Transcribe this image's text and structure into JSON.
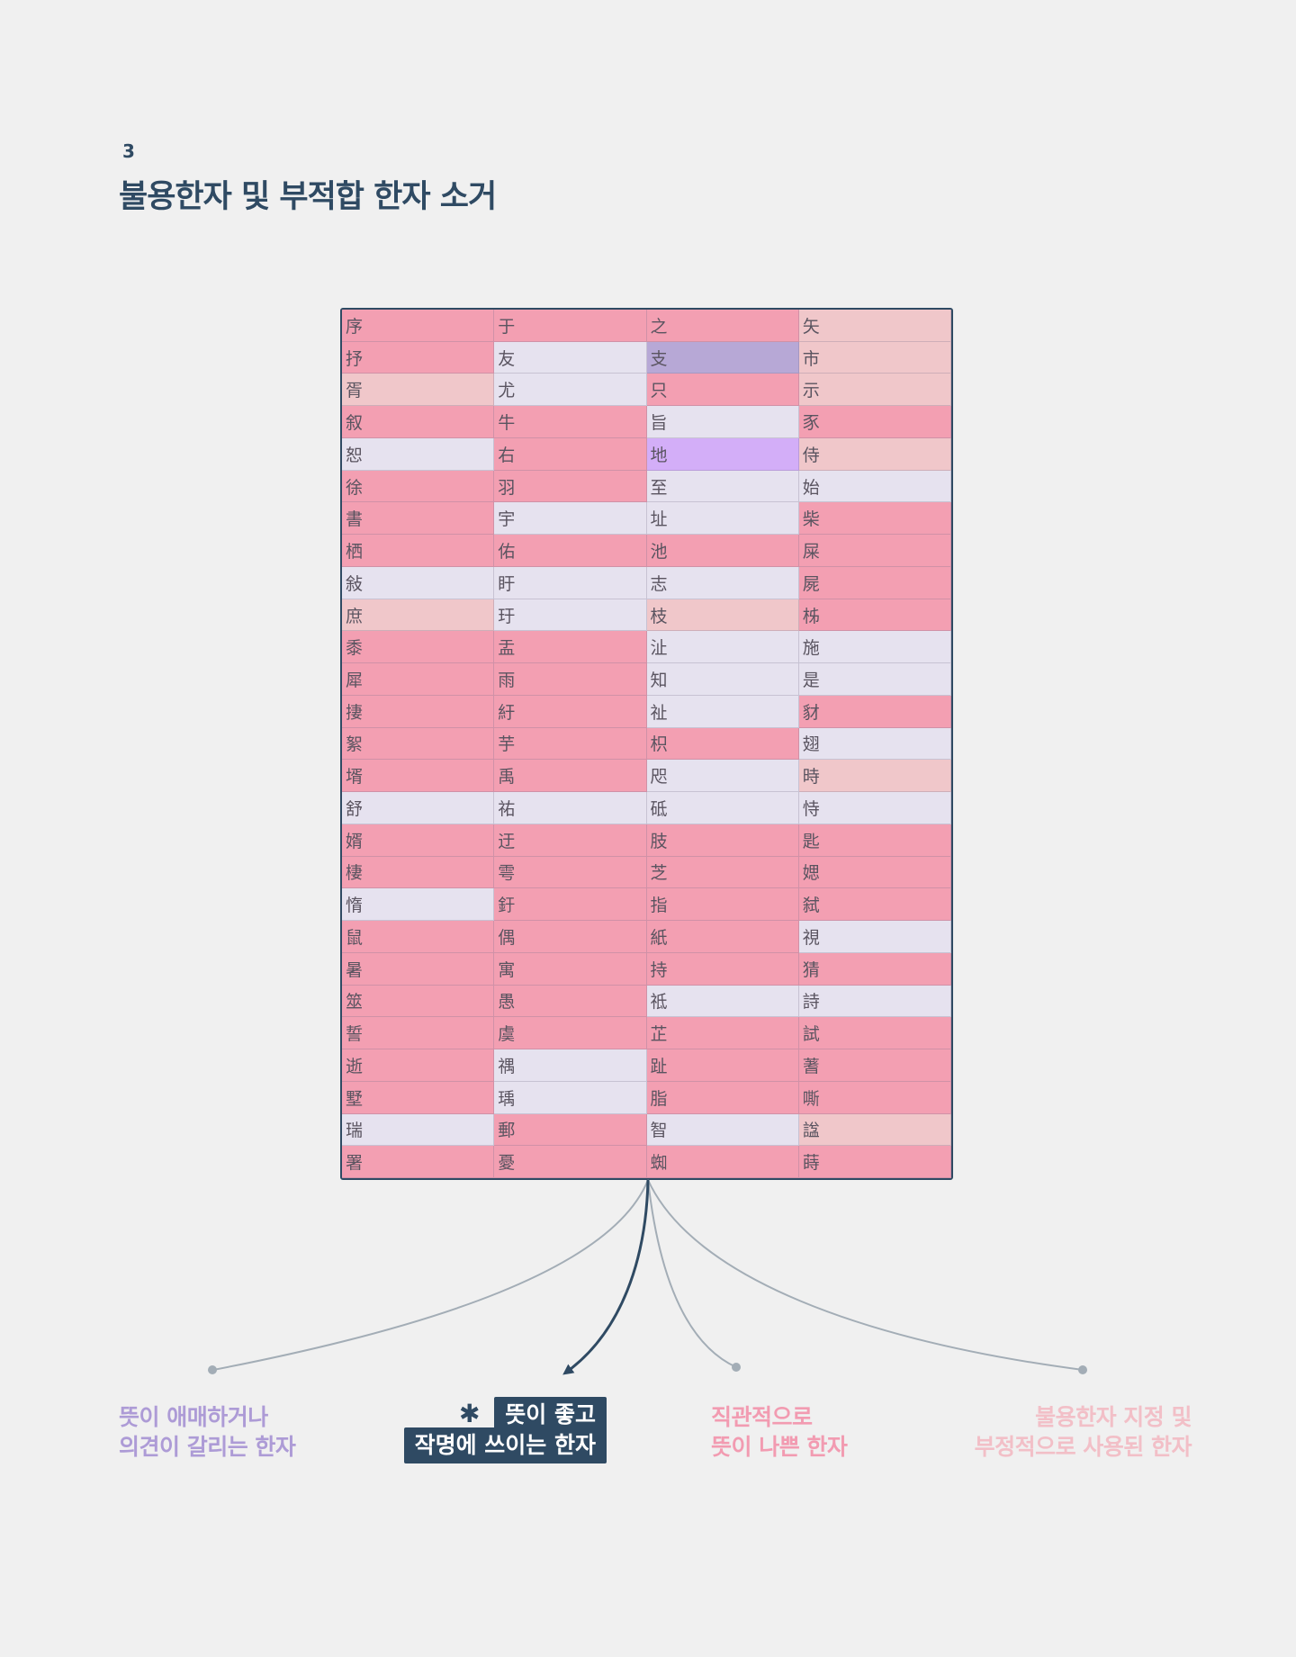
{
  "header": {
    "step_number": "3",
    "title": "불용한자 및 부적합 한자 소거"
  },
  "colors": {
    "red": "#f39fb2",
    "pale": "#e6e2ef",
    "peach": "#f0c7ca",
    "purple": "#b7a8d6",
    "violet": "#d3aef8",
    "navy": "#2f4a63",
    "connector_gray": "#a3adb6"
  },
  "hanja_grid": {
    "columns": 4,
    "cells": [
      {
        "char": "序",
        "color": "red"
      },
      {
        "char": "于",
        "color": "red"
      },
      {
        "char": "之",
        "color": "red"
      },
      {
        "char": "矢",
        "color": "peach"
      },
      {
        "char": "抒",
        "color": "red"
      },
      {
        "char": "友",
        "color": "pale"
      },
      {
        "char": "支",
        "color": "purple"
      },
      {
        "char": "市",
        "color": "peach"
      },
      {
        "char": "胥",
        "color": "peach"
      },
      {
        "char": "尤",
        "color": "pale"
      },
      {
        "char": "只",
        "color": "red"
      },
      {
        "char": "示",
        "color": "peach"
      },
      {
        "char": "叙",
        "color": "red"
      },
      {
        "char": "牛",
        "color": "red"
      },
      {
        "char": "旨",
        "color": "pale"
      },
      {
        "char": "豕",
        "color": "red"
      },
      {
        "char": "恕",
        "color": "pale"
      },
      {
        "char": "右",
        "color": "red"
      },
      {
        "char": "地",
        "color": "violet"
      },
      {
        "char": "侍",
        "color": "peach"
      },
      {
        "char": "徐",
        "color": "red"
      },
      {
        "char": "羽",
        "color": "red"
      },
      {
        "char": "至",
        "color": "pale"
      },
      {
        "char": "始",
        "color": "pale"
      },
      {
        "char": "書",
        "color": "red"
      },
      {
        "char": "宇",
        "color": "pale"
      },
      {
        "char": "址",
        "color": "pale"
      },
      {
        "char": "柴",
        "color": "red"
      },
      {
        "char": "栖",
        "color": "red"
      },
      {
        "char": "佑",
        "color": "red"
      },
      {
        "char": "池",
        "color": "red"
      },
      {
        "char": "屎",
        "color": "red"
      },
      {
        "char": "敍",
        "color": "pale"
      },
      {
        "char": "盱",
        "color": "pale"
      },
      {
        "char": "志",
        "color": "pale"
      },
      {
        "char": "屍",
        "color": "red"
      },
      {
        "char": "庶",
        "color": "peach"
      },
      {
        "char": "玗",
        "color": "pale"
      },
      {
        "char": "枝",
        "color": "peach"
      },
      {
        "char": "柹",
        "color": "red"
      },
      {
        "char": "黍",
        "color": "red"
      },
      {
        "char": "盂",
        "color": "red"
      },
      {
        "char": "沚",
        "color": "pale"
      },
      {
        "char": "施",
        "color": "pale"
      },
      {
        "char": "犀",
        "color": "red"
      },
      {
        "char": "雨",
        "color": "red"
      },
      {
        "char": "知",
        "color": "pale"
      },
      {
        "char": "是",
        "color": "pale"
      },
      {
        "char": "捿",
        "color": "red"
      },
      {
        "char": "紆",
        "color": "red"
      },
      {
        "char": "祉",
        "color": "pale"
      },
      {
        "char": "豺",
        "color": "red"
      },
      {
        "char": "絮",
        "color": "red"
      },
      {
        "char": "芋",
        "color": "red"
      },
      {
        "char": "枳",
        "color": "red"
      },
      {
        "char": "翅",
        "color": "pale"
      },
      {
        "char": "壻",
        "color": "red"
      },
      {
        "char": "禹",
        "color": "red"
      },
      {
        "char": "咫",
        "color": "pale"
      },
      {
        "char": "時",
        "color": "peach"
      },
      {
        "char": "舒",
        "color": "pale"
      },
      {
        "char": "祐",
        "color": "pale"
      },
      {
        "char": "砥",
        "color": "pale"
      },
      {
        "char": "恃",
        "color": "pale"
      },
      {
        "char": "婿",
        "color": "red"
      },
      {
        "char": "迂",
        "color": "red"
      },
      {
        "char": "肢",
        "color": "red"
      },
      {
        "char": "匙",
        "color": "red"
      },
      {
        "char": "棲",
        "color": "red"
      },
      {
        "char": "雩",
        "color": "red"
      },
      {
        "char": "芝",
        "color": "red"
      },
      {
        "char": "媤",
        "color": "red"
      },
      {
        "char": "惰",
        "color": "pale"
      },
      {
        "char": "釪",
        "color": "red"
      },
      {
        "char": "指",
        "color": "red"
      },
      {
        "char": "弑",
        "color": "red"
      },
      {
        "char": "鼠",
        "color": "red"
      },
      {
        "char": "偶",
        "color": "red"
      },
      {
        "char": "紙",
        "color": "red"
      },
      {
        "char": "視",
        "color": "pale"
      },
      {
        "char": "暑",
        "color": "red"
      },
      {
        "char": "寓",
        "color": "red"
      },
      {
        "char": "持",
        "color": "red"
      },
      {
        "char": "猜",
        "color": "red"
      },
      {
        "char": "筮",
        "color": "red"
      },
      {
        "char": "愚",
        "color": "red"
      },
      {
        "char": "祗",
        "color": "pale"
      },
      {
        "char": "詩",
        "color": "pale"
      },
      {
        "char": "誓",
        "color": "red"
      },
      {
        "char": "虞",
        "color": "red"
      },
      {
        "char": "芷",
        "color": "red"
      },
      {
        "char": "試",
        "color": "red"
      },
      {
        "char": "逝",
        "color": "red"
      },
      {
        "char": "禑",
        "color": "pale"
      },
      {
        "char": "趾",
        "color": "red"
      },
      {
        "char": "蓍",
        "color": "red"
      },
      {
        "char": "墅",
        "color": "red"
      },
      {
        "char": "瑀",
        "color": "pale"
      },
      {
        "char": "脂",
        "color": "red"
      },
      {
        "char": "嘶",
        "color": "red"
      },
      {
        "char": "瑞",
        "color": "pale"
      },
      {
        "char": "郵",
        "color": "red"
      },
      {
        "char": "智",
        "color": "pale"
      },
      {
        "char": "諡",
        "color": "peach"
      },
      {
        "char": "署",
        "color": "red"
      },
      {
        "char": "憂",
        "color": "red"
      },
      {
        "char": "蜘",
        "color": "red"
      },
      {
        "char": "蒔",
        "color": "red"
      }
    ]
  },
  "categories": {
    "ambiguous": {
      "line1": "뜻이 애매하거나",
      "line2": "의견이 갈리는 한자"
    },
    "good": {
      "line1": "뜻이 좋고",
      "line2": "작명에 쓰이는 한자",
      "icon": "star-icon"
    },
    "bad": {
      "line1": "직관적으로",
      "line2": "뜻이 나쁜 한자"
    },
    "banned": {
      "line1": "불용한자 지정 및",
      "line2": "부정적으로 사용된 한자"
    }
  }
}
